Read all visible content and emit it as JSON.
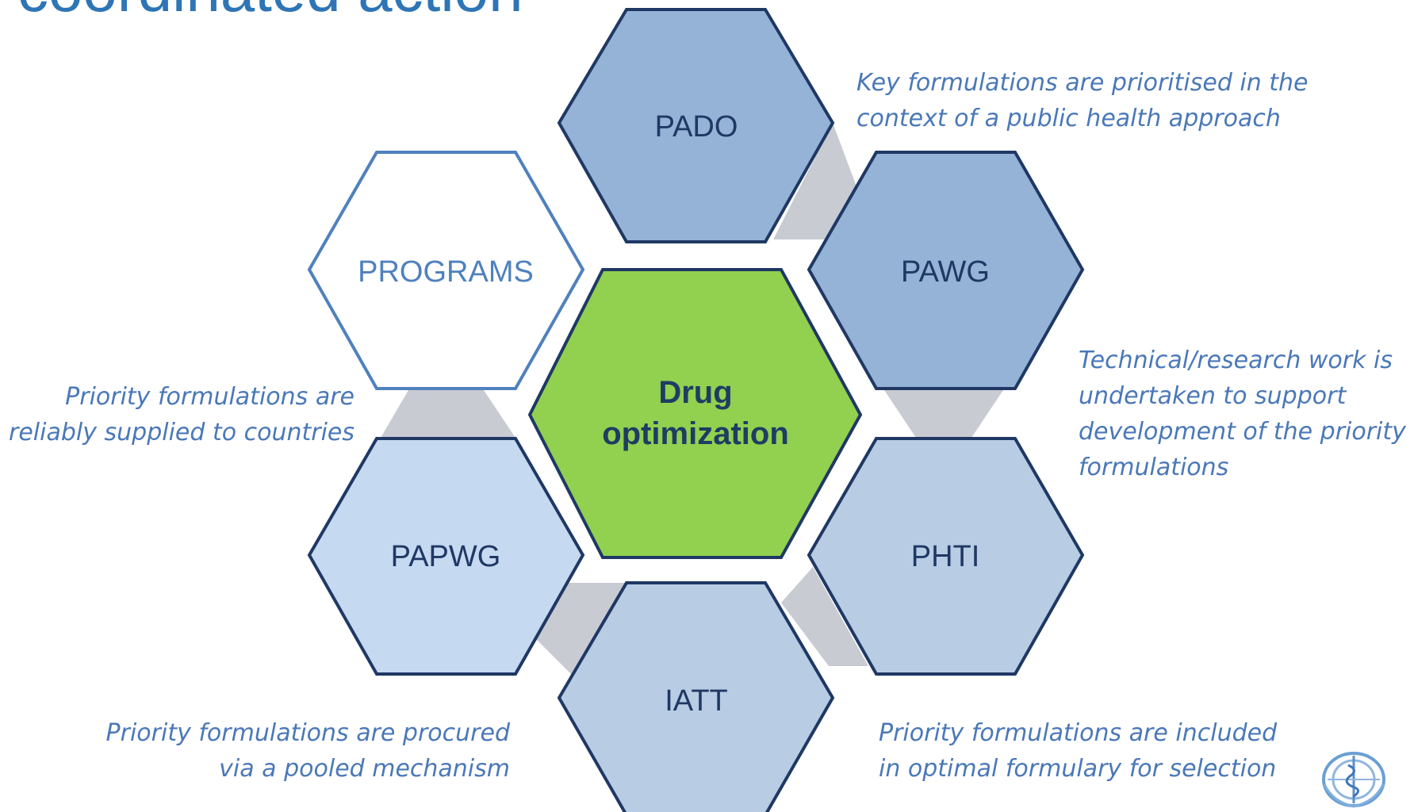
{
  "title": "coordinated action",
  "center": {
    "line1": "Drug",
    "line2": "optimization",
    "fill": "#92d050"
  },
  "hexagons": [
    {
      "id": "pado",
      "label": "PADO",
      "fill": "#95b3d7"
    },
    {
      "id": "pawg",
      "label": "PAWG",
      "fill": "#95b3d7"
    },
    {
      "id": "phti",
      "label": "PHTI",
      "fill": "#b8cce4"
    },
    {
      "id": "iatt",
      "label": "IATT",
      "fill": "#b8cce4"
    },
    {
      "id": "papwg",
      "label": "PAPWG",
      "fill": "#c5d9f1"
    },
    {
      "id": "programs",
      "label": "PROGRAMS",
      "fill": "#ffffff"
    }
  ],
  "notes": {
    "pado": [
      "Key formulations are prioritised in the",
      "context of a public health approach"
    ],
    "pawg": [
      "Technical/research work is",
      "undertaken to support",
      "development of the priority",
      "formulations"
    ],
    "phti": [
      "Priority formulations are included",
      "in optimal formulary for selection"
    ],
    "iatt": [
      "Priority formulations are procured",
      "via a pooled mechanism"
    ],
    "papwg": [
      "Priority formulations are",
      "reliably supplied to countries"
    ]
  },
  "colors": {
    "outline": "#1f3864",
    "connector": "#c9cbd3",
    "programs_outline": "#4f81bd",
    "label": "#1f3864",
    "programs_label": "#4f81bd",
    "note": "#4a78b8"
  },
  "logo_icon": "who-emblem-icon"
}
